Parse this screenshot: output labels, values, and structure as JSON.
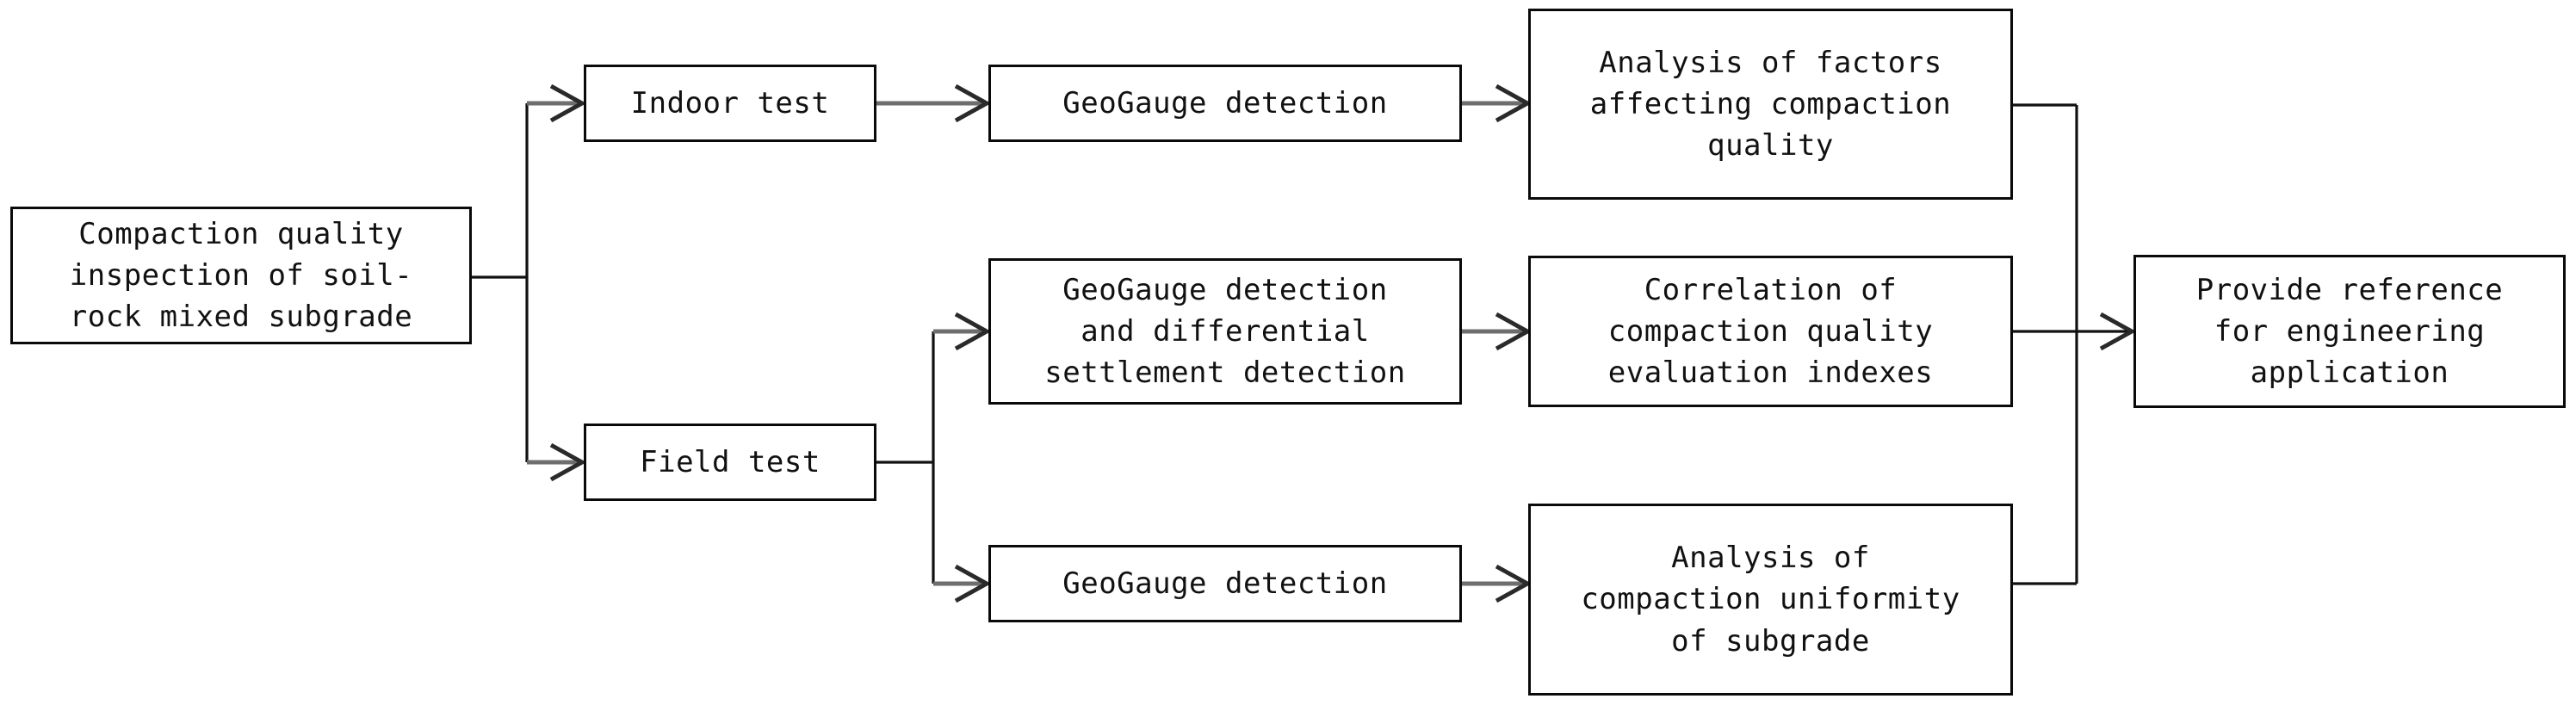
{
  "diagram": {
    "title": "Compaction quality inspection research flowchart",
    "colors": {
      "box_border": "#0a0a0a",
      "box_fill": "#ffffff",
      "text": "#111111",
      "connector_line": "#111111",
      "arrow_shaft": "#6e6e6e",
      "arrow_head": "#2a2a2a"
    },
    "nodes": {
      "start": {
        "label": "Compaction quality\ninspection of soil-\nrock mixed subgrade"
      },
      "indoor_test": {
        "label": "Indoor test"
      },
      "field_test": {
        "label": "Field test"
      },
      "indoor_geogauge": {
        "label": "GeoGauge detection"
      },
      "field_geogauge_settlement": {
        "label": "GeoGauge detection\nand differential\nsettlement detection"
      },
      "field_geogauge": {
        "label": "GeoGauge detection"
      },
      "factors_analysis": {
        "label": "Analysis of factors\naffecting compaction\nquality"
      },
      "correlation": {
        "label": "Correlation of\ncompaction quality\nevaluation indexes"
      },
      "uniformity": {
        "label": "Analysis of\ncompaction uniformity\nof subgrade"
      },
      "reference": {
        "label": "Provide reference\nfor engineering\napplication"
      }
    },
    "edges": [
      {
        "name": "start-to-indoor-test",
        "from": "start",
        "to": "indoor_test"
      },
      {
        "name": "start-to-field-test",
        "from": "start",
        "to": "field_test"
      },
      {
        "name": "indoor-test-to-geogauge",
        "from": "indoor_test",
        "to": "indoor_geogauge"
      },
      {
        "name": "indoor-geogauge-to-factors",
        "from": "indoor_geogauge",
        "to": "factors_analysis"
      },
      {
        "name": "field-test-to-geogauge-settlement",
        "from": "field_test",
        "to": "field_geogauge_settlement"
      },
      {
        "name": "field-test-to-geogauge",
        "from": "field_test",
        "to": "field_geogauge"
      },
      {
        "name": "geogauge-settlement-to-correlation",
        "from": "field_geogauge_settlement",
        "to": "correlation"
      },
      {
        "name": "field-geogauge-to-uniformity",
        "from": "field_geogauge",
        "to": "uniformity"
      },
      {
        "name": "factors-to-reference",
        "from": "factors_analysis",
        "to": "reference"
      },
      {
        "name": "correlation-to-reference",
        "from": "correlation",
        "to": "reference"
      },
      {
        "name": "uniformity-to-reference",
        "from": "uniformity",
        "to": "reference"
      }
    ]
  }
}
